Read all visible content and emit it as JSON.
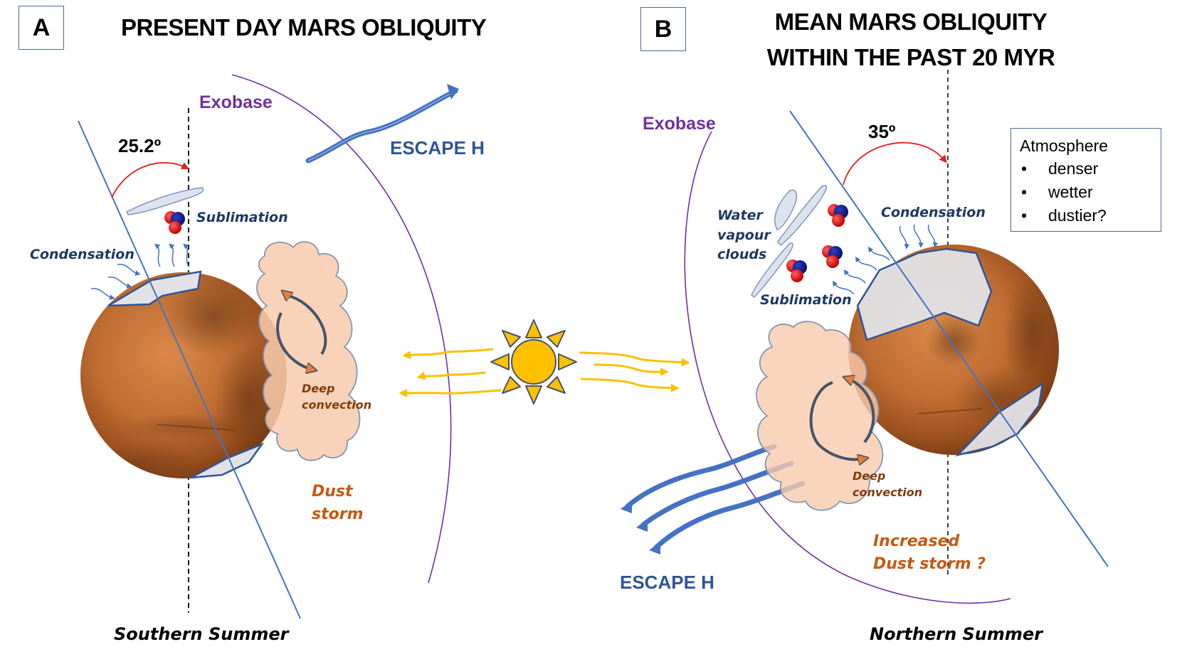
{
  "panel_a": {
    "letter": "A",
    "title": "PRESENT DAY MARS OBLIQUITY",
    "obliquity_label": "25.2º",
    "obliquity_degrees": 25.2,
    "exobase_label": "Exobase",
    "escape_label": "ESCAPE H",
    "sublimation_label": "Sublimation",
    "condensation_label": "Condensation",
    "convection_label_line1": "Deep",
    "convection_label_line2": "convection",
    "dust_label_line1": "Dust",
    "dust_label_line2": "storm",
    "season_label": "Southern Summer"
  },
  "panel_b": {
    "letter": "B",
    "title_line1": "MEAN MARS OBLIQUITY",
    "title_line2": "WITHIN THE PAST 20 MYR",
    "obliquity_label": "35º",
    "obliquity_degrees": 35,
    "exobase_label": "Exobase",
    "escape_label": "ESCAPE H",
    "clouds_label_line1": "Water",
    "clouds_label_line2": "vapour",
    "clouds_label_line3": "clouds",
    "sublimation_label": "Sublimation",
    "condensation_label": "Condensation",
    "convection_label_line1": "Deep",
    "convection_label_line2": "convection",
    "dust_label_line1": "Increased",
    "dust_label_line2": "Dust storm ?",
    "season_label": "Northern Summer",
    "atmosphere_box": {
      "title": "Atmosphere",
      "bullet": "•",
      "items": [
        "denser",
        "wetter",
        "dustier?"
      ]
    }
  },
  "molecule": {
    "h": "H",
    "o": "O"
  },
  "icons": {
    "sun": "sun-icon",
    "water_molecule": "water-molecule-icon",
    "mars_globe": "mars-globe",
    "escape_arrow": "escape-arrow-icon",
    "sun_ray": "sun-ray-arrow-icon",
    "convection_cycle": "convection-cycle-icon"
  },
  "colors": {
    "axis": "#4472c4",
    "obliquity_arrow": "#e02020",
    "exobase": "#7030a0",
    "escape": "#4472c4",
    "escape_text": "#2f5597",
    "sun_fill": "#ffc000",
    "sun_stroke": "#44546a",
    "ray": "#ffc000",
    "ice_cap": "#dcdcdc",
    "dust_cloud": "#f8cbad",
    "mars": "#b5622a",
    "process_text": "#1f3864",
    "dust_text": "#c55a11"
  }
}
